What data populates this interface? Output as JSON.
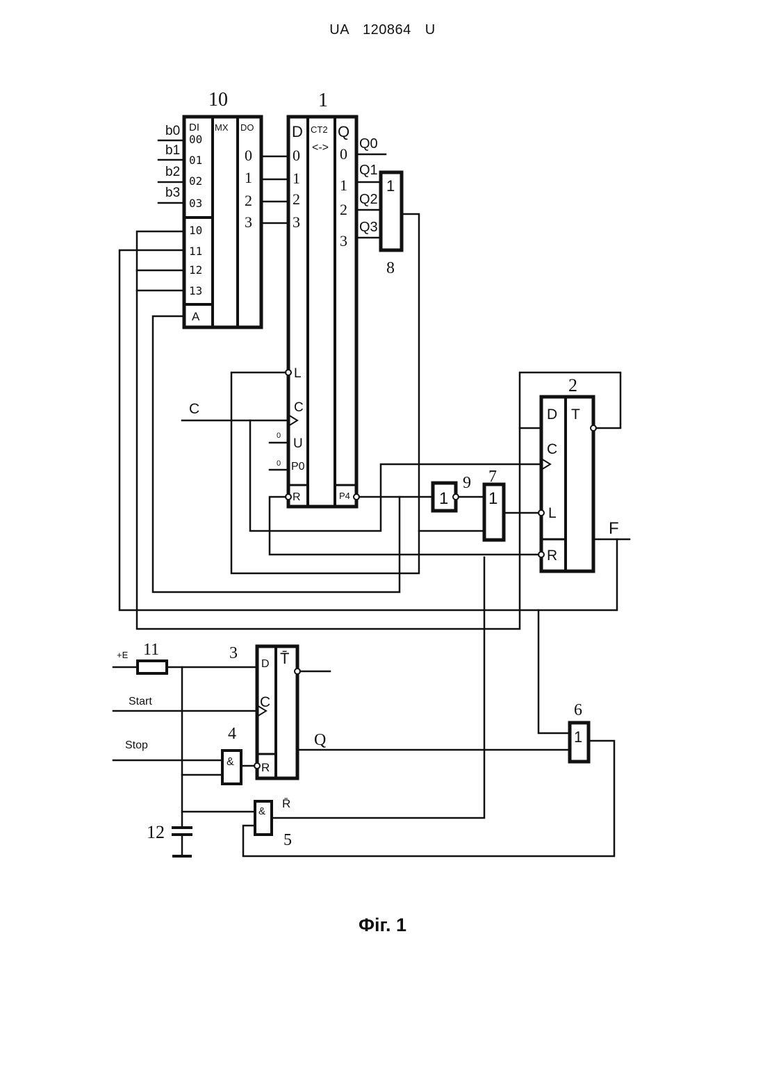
{
  "header": {
    "text": "UA   120864   U"
  },
  "figure": {
    "caption": "Фіг. 1"
  },
  "blocks": {
    "mux": {
      "number": "10",
      "sections": [
        "DI",
        "MX",
        "DO"
      ],
      "inputs": [
        "00",
        "01",
        "02",
        "03",
        "10",
        "11",
        "12",
        "13"
      ],
      "address": "A",
      "outputs": [
        "0",
        "1",
        "2",
        "3"
      ]
    },
    "counter": {
      "number": "1",
      "d_label": "D",
      "type": "CT2",
      "dir": "<->",
      "q_label": "Q",
      "d_pins": [
        "0",
        "1",
        "2",
        "3"
      ],
      "q_pins": [
        "0",
        "1",
        "2",
        "3"
      ],
      "ctrl_pins": [
        "L",
        "C",
        "U",
        "P0",
        "R"
      ],
      "carry": "P4",
      "tie_values": [
        "0",
        "0"
      ]
    },
    "or8": {
      "number": "8",
      "symbol": "1"
    },
    "trigger2": {
      "number": "2",
      "pins": [
        "D",
        "C",
        "L",
        "R"
      ],
      "type": "T"
    },
    "inv9": {
      "number": "9",
      "symbol": "1"
    },
    "or7": {
      "number": "7",
      "symbol": "1"
    },
    "trigger3": {
      "number": "3",
      "pins": [
        "D",
        "C",
        "R"
      ],
      "type": "T̄"
    },
    "and4": {
      "number": "4",
      "symbol": "&"
    },
    "and5": {
      "number": "5",
      "symbol": "&"
    },
    "or6": {
      "number": "6",
      "symbol": "1"
    },
    "resistor": {
      "number": "11"
    },
    "capacitor": {
      "number": "12"
    }
  },
  "signals": {
    "b_inputs": [
      "b0",
      "b1",
      "b2",
      "b3"
    ],
    "q_outputs": [
      "Q0",
      "Q1",
      "Q2",
      "Q3"
    ],
    "clock": "C",
    "output_f": "F",
    "supply": "+E",
    "start": "Start",
    "stop": "Stop",
    "q_out": "Q",
    "r_bar": "R̄"
  }
}
